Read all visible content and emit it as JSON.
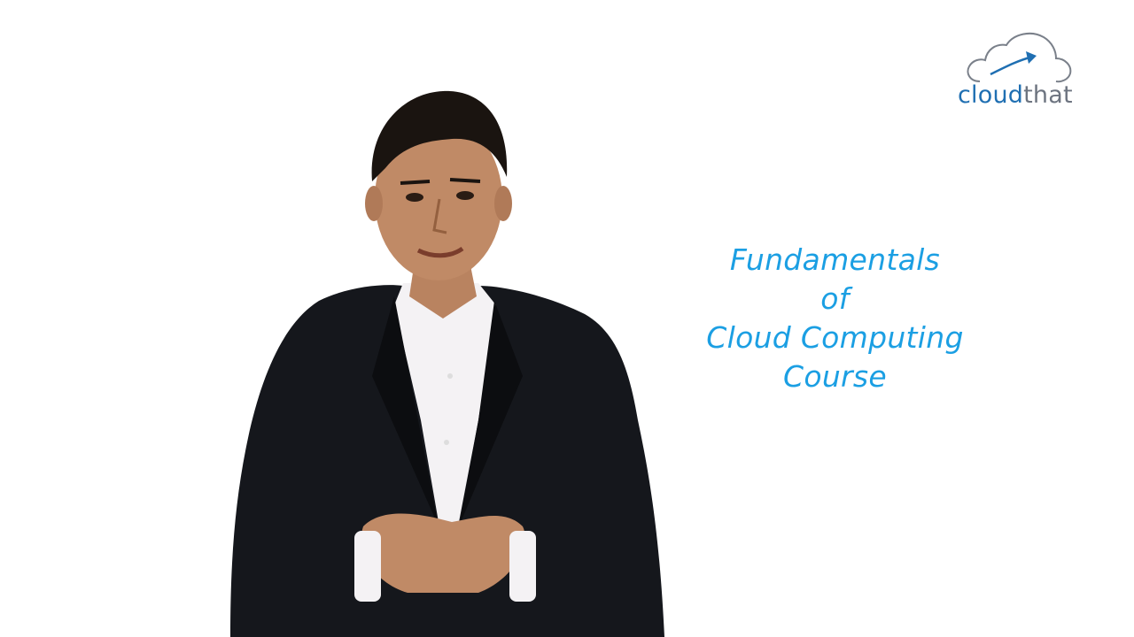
{
  "logo": {
    "name_part1": "cloud",
    "name_part2": "that",
    "brand_color": "#1f6fb2",
    "secondary_color": "#6d7480",
    "icon": "cloud-arrow-icon"
  },
  "title": {
    "lines": [
      "Fundamentals",
      "of",
      "Cloud Computing",
      "Course"
    ],
    "color": "#1b9fe3"
  },
  "presenter": {
    "suit_color": "#15171c",
    "shirt_color": "#f4f2f4"
  }
}
